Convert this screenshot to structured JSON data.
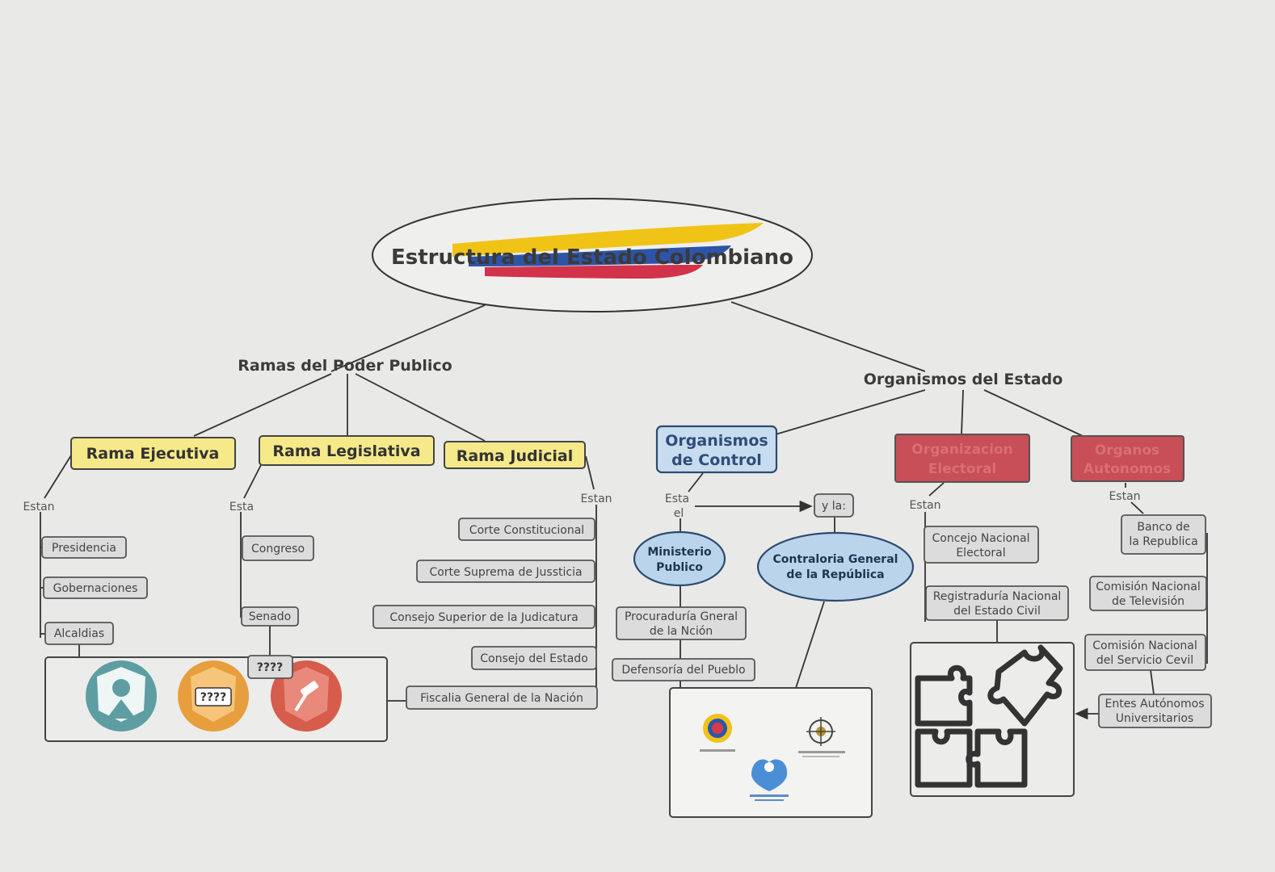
{
  "title": "Estructura del Estado Colombiano",
  "colors": {
    "flag_yellow": "#f0c417",
    "flag_blue": "#2c55a8",
    "flag_red": "#d2334a"
  },
  "left": {
    "heading": "Ramas del Poder Publico",
    "branches": [
      {
        "label": "Rama Ejecutiva",
        "connector": "Estan",
        "items": [
          "Presidencia",
          "Gobernaciones",
          "Alcaldias"
        ]
      },
      {
        "label": "Rama Legislativa",
        "connector": "Esta",
        "items": [
          "Congreso",
          "Senado"
        ]
      },
      {
        "label": "Rama Judicial",
        "connector": "Estan",
        "items": [
          "Corte Constitucional",
          "Corte Suprema de Jussticia",
          "Consejo Superior de la Judicatura",
          "Consejo del Estado",
          "Fiscalia General de la Nación"
        ]
      }
    ],
    "image_panel": {
      "question_box": "????",
      "badge_text": "????",
      "icons": [
        "chef-badge-icon",
        "chest-badge-icon",
        "gavel-badge-icon"
      ]
    }
  },
  "right": {
    "heading": "Organismos del Estado",
    "control": {
      "label_line1": "Organismos",
      "label_line2": "de Control",
      "connector_line1": "Esta",
      "connector_line2": "el",
      "and_label": "y la:",
      "ministerio_line1": "Ministerio",
      "ministerio_line2": "Publico",
      "contraloria_line1": "Contraloria General",
      "contraloria_line2": "de la República",
      "items": [
        {
          "line1": "Procuraduría Gneral",
          "line2": "de la Nción"
        },
        {
          "line1": "Defensoría del Pueblo",
          "line2": ""
        }
      ],
      "logos": [
        "procuraduria-logo-icon",
        "contraloria-logo-icon",
        "defensoria-logo-icon"
      ]
    },
    "electoral": {
      "label_line1": "Organizacion",
      "label_line2": "Electoral",
      "connector": "Estan",
      "items": [
        {
          "line1": "Concejo Nacional",
          "line2": "Electoral"
        },
        {
          "line1": "Registraduría Nacional",
          "line2": "del Estado Civil"
        }
      ],
      "image": "puzzle-icon"
    },
    "autonomos": {
      "label_line1": "Organos",
      "label_line2": "Autonomos",
      "connector": "Estan",
      "items": [
        {
          "line1": "Banco de",
          "line2": "la Republica"
        },
        {
          "line1": "Comisión Nacional",
          "line2": "de Televisión"
        },
        {
          "line1": "Comisión Nacional",
          "line2": "del Servicio Cevil"
        },
        {
          "line1": "Entes Autónomos",
          "line2": "Universitarios"
        }
      ]
    }
  }
}
